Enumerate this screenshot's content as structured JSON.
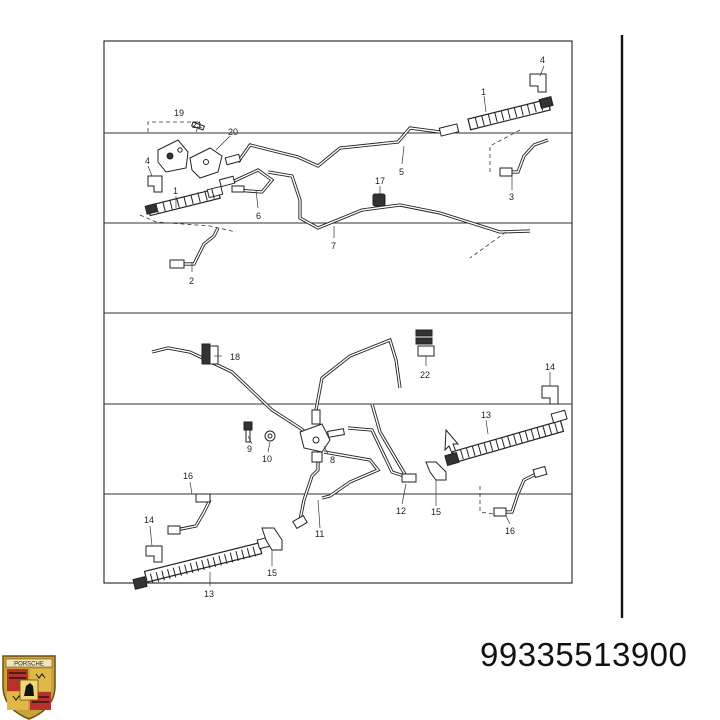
{
  "part_number": "99335513900",
  "logo": {
    "icon": "porsche-crest-icon",
    "text": "PORSCHE"
  },
  "callouts": [
    "1",
    "1",
    "2",
    "3",
    "4",
    "4",
    "5",
    "6",
    "7",
    "8",
    "9",
    "10",
    "11",
    "12",
    "13",
    "13",
    "14",
    "14",
    "15",
    "15",
    "16",
    "16",
    "17",
    "18",
    "19",
    "20",
    "21",
    "22"
  ],
  "labels": {
    "c1a": "1",
    "c1b": "1",
    "c2": "2",
    "c3": "3",
    "c4a": "4",
    "c4b": "4",
    "c5": "5",
    "c6": "6",
    "c7": "7",
    "c8": "8",
    "c9": "9",
    "c10": "10",
    "c11": "11",
    "c12": "12",
    "c13a": "13",
    "c13b": "13",
    "c14a": "14",
    "c14b": "14",
    "c15a": "15",
    "c15b": "15",
    "c16a": "16",
    "c16b": "16",
    "c17": "17",
    "c18": "18",
    "c19": "19",
    "c20": "20",
    "c21": "21",
    "c22": "22"
  }
}
